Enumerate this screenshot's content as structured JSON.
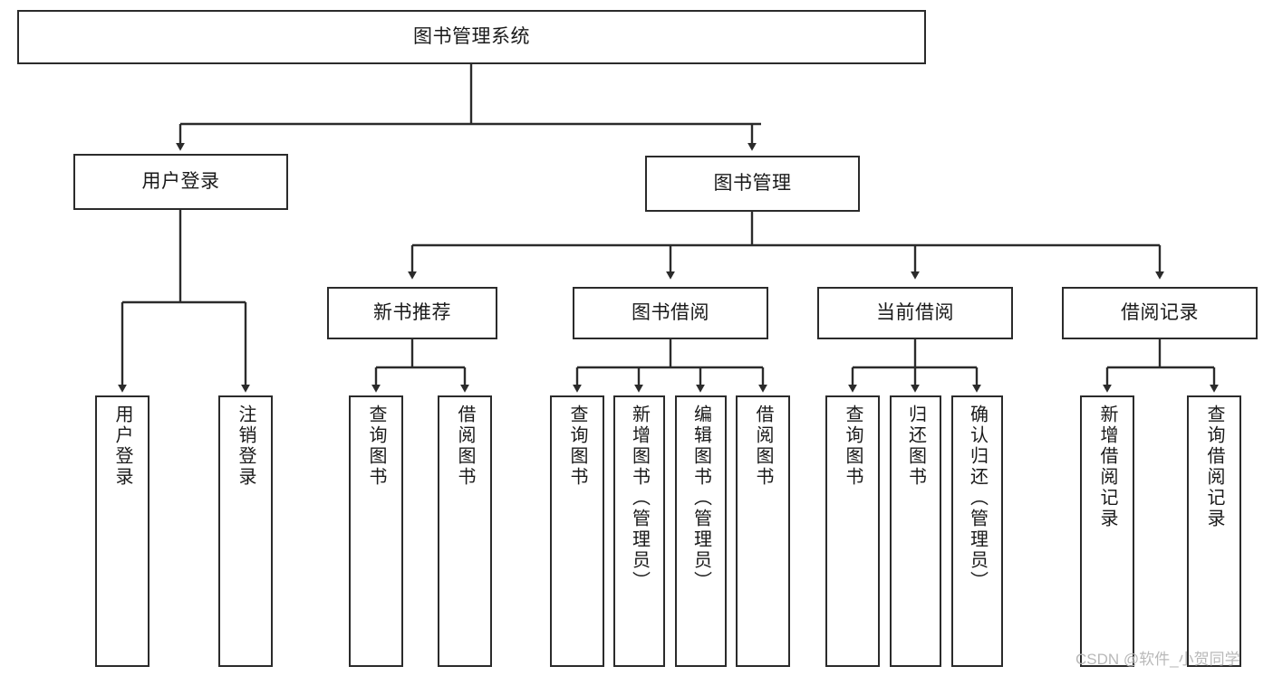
{
  "diagram": {
    "type": "tree-hierarchy-chart",
    "title": "图书管理系统",
    "watermark": "CSDN @软件_小贺同学",
    "colors": {
      "border": "#2b2b2b",
      "background": "#ffffff",
      "text": "#1a1a1a",
      "edge": "#2b2b2b",
      "watermark": "#b9b9b9"
    },
    "nodes": {
      "root": {
        "label": "图书管理系统",
        "level": 0
      },
      "level1": [
        {
          "label": "用户登录"
        },
        {
          "label": "图书管理"
        }
      ],
      "level2": [
        {
          "label": "新书推荐"
        },
        {
          "label": "图书借阅"
        },
        {
          "label": "当前借阅"
        },
        {
          "label": "借阅记录"
        }
      ],
      "leaves": {
        "user_login": [
          {
            "label": "用户登录"
          },
          {
            "label": "注销登录"
          }
        ],
        "new_book_recommend": [
          {
            "label": "查询图书"
          },
          {
            "label": "借阅图书"
          }
        ],
        "book_borrow": [
          {
            "label": "查询图书"
          },
          {
            "label": "新增图书（管理员）"
          },
          {
            "label": "编辑图书（管理员）"
          },
          {
            "label": "借阅图书"
          }
        ],
        "current_borrow": [
          {
            "label": "查询图书"
          },
          {
            "label": "归还图书"
          },
          {
            "label": "确认归还（管理员）"
          }
        ],
        "borrow_record": [
          {
            "label": "新增借阅记录"
          },
          {
            "label": "查询借阅记录"
          }
        ]
      }
    }
  }
}
